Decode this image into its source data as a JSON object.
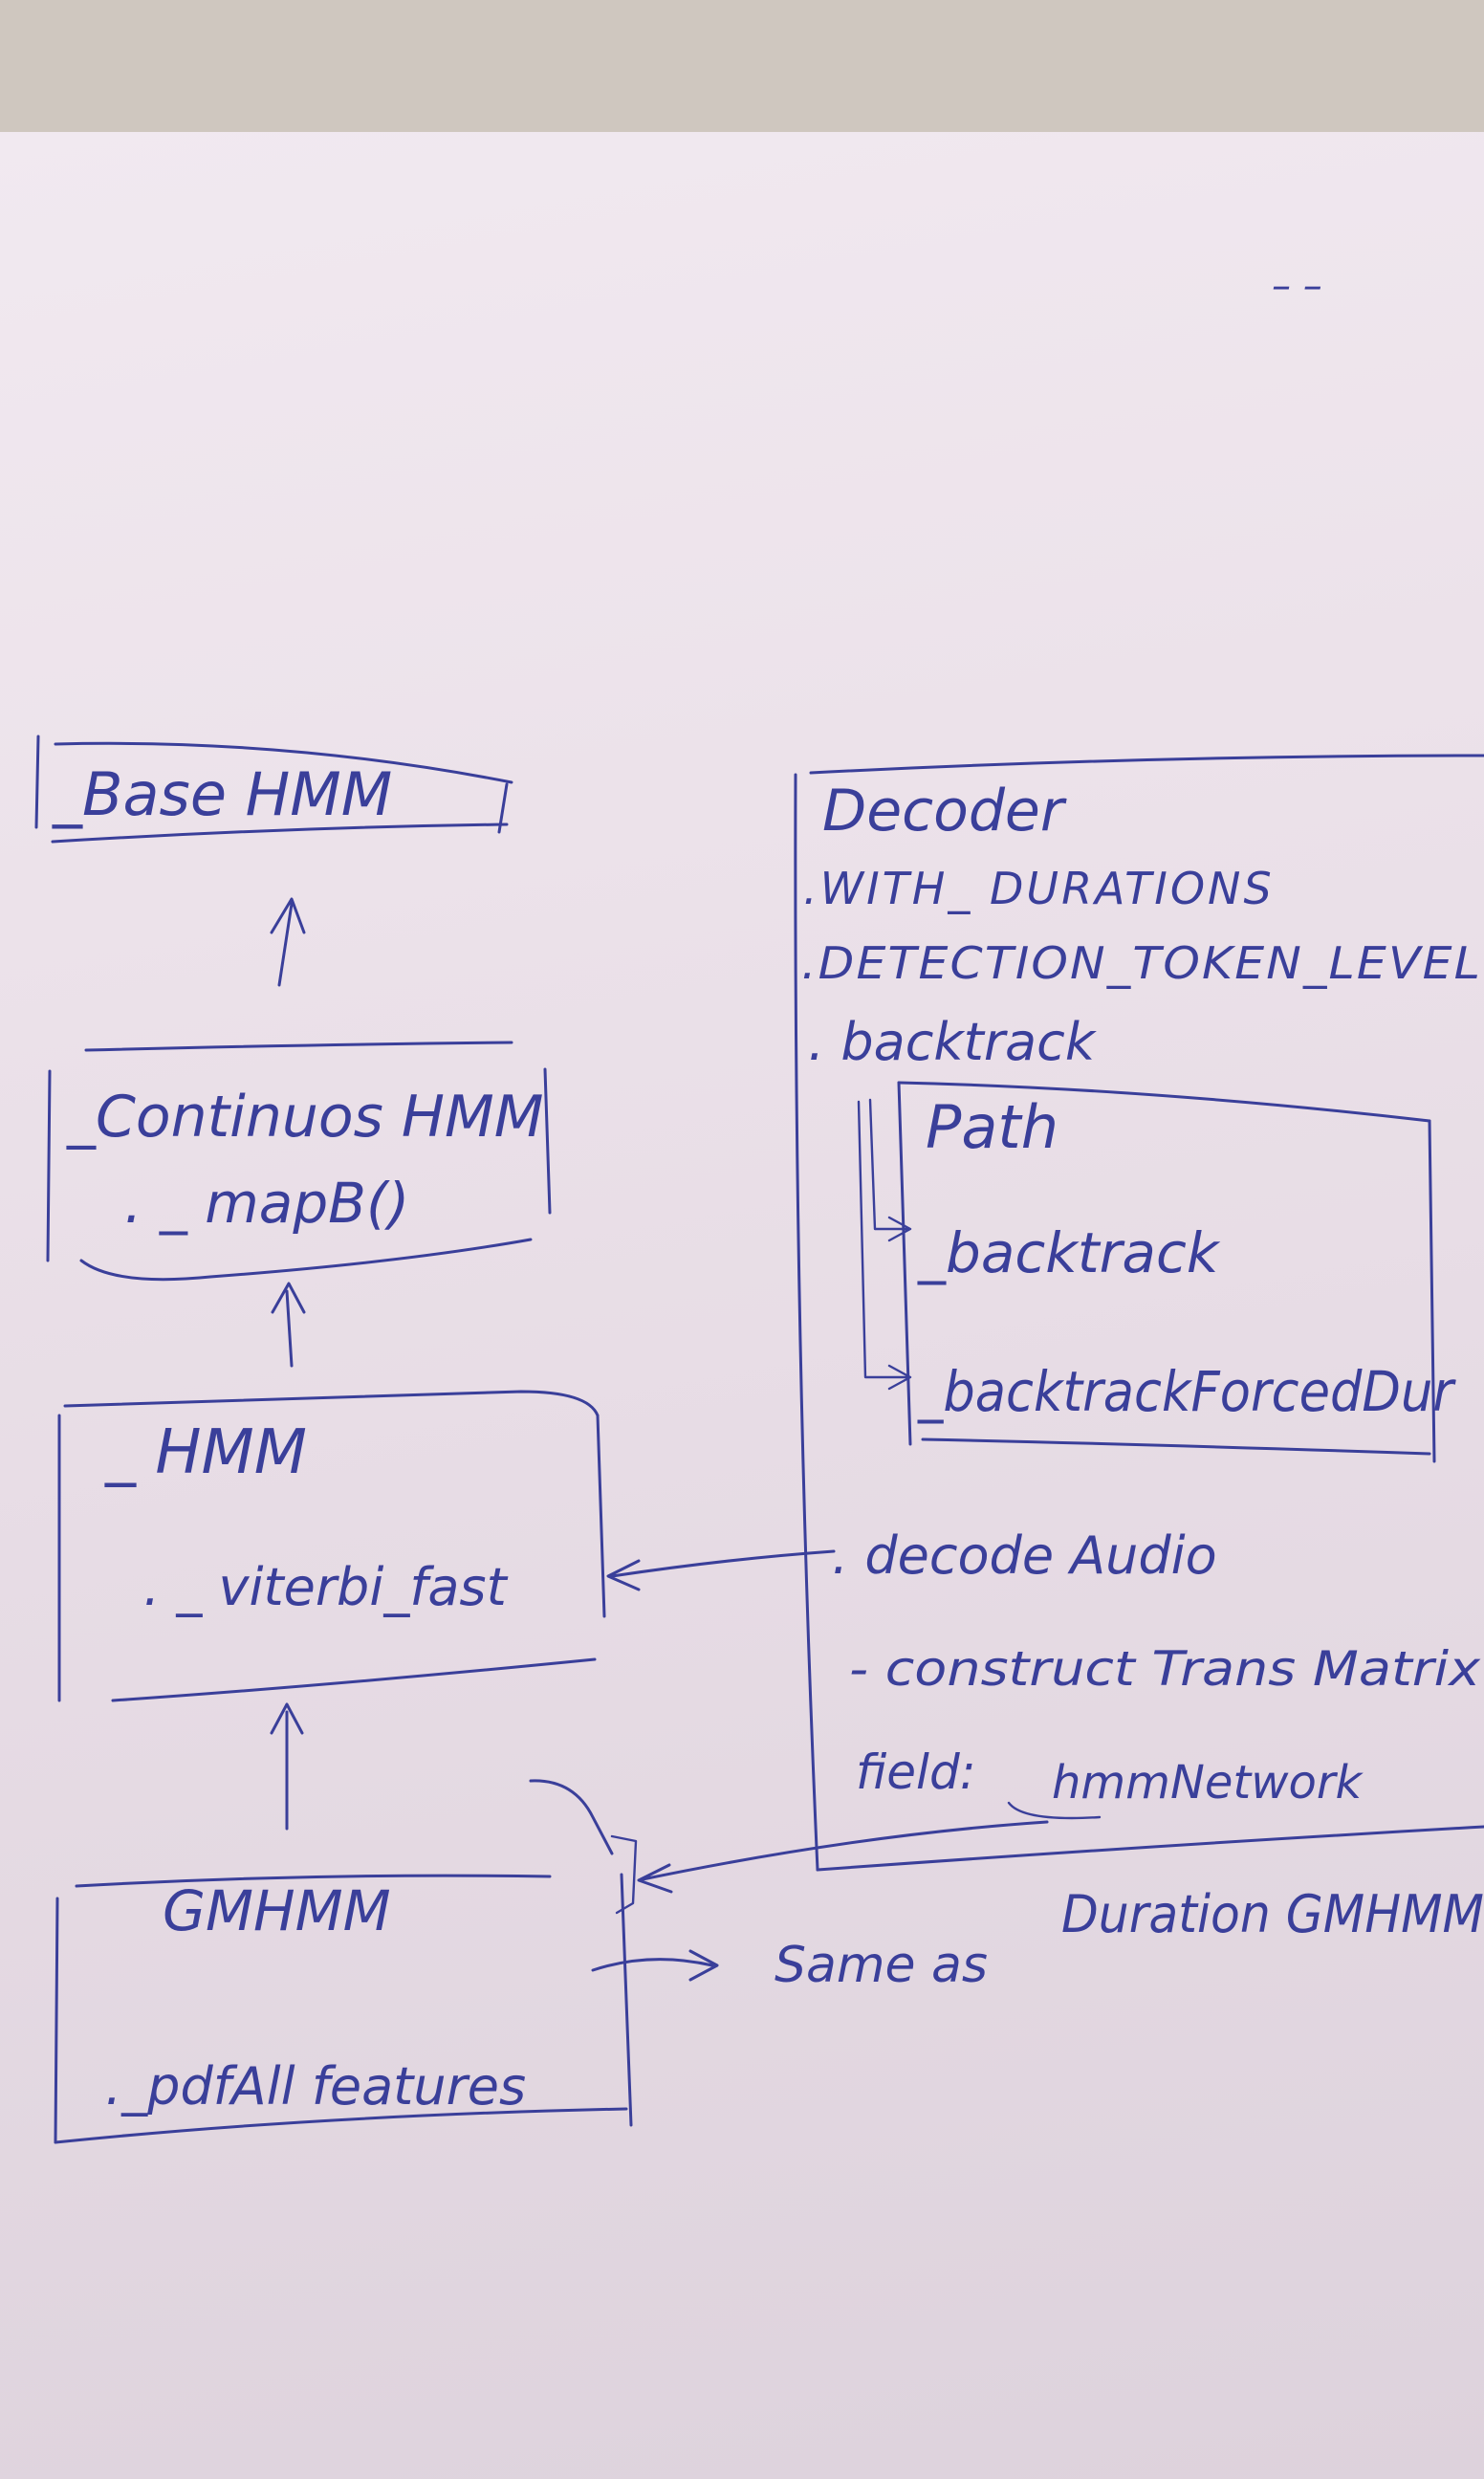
{
  "classes": {
    "base_hmm": {
      "title": "_Base HMM"
    },
    "continuous_hmm": {
      "title": "_Continuos HMM",
      "method": ". _ mapB()"
    },
    "hmm": {
      "title": "_ HMM",
      "method": ". _ viterbi_fast"
    },
    "gmhmm": {
      "title": "GMHMM",
      "method": "._pdfAll features"
    }
  },
  "decoder": {
    "title": "Decoder",
    "attributes": [
      ".WITH_ DURATIONS",
      ".DETECTION_TOKEN_LEVEL",
      ". backtrack"
    ],
    "path": {
      "title": "Path",
      "methods": [
        "_backtrack",
        "_backtrackForcedDur"
      ]
    },
    "methods": [
      ". decode Audio",
      "- construct Trans Matrix"
    ],
    "field_label": "field:",
    "field_value": "hmmNetwork"
  },
  "notes": {
    "same_as": "Same as",
    "duration_gmhmm": "Duration GMHMM"
  },
  "top_mark": "– –",
  "colors": {
    "ink": "#3a3f9a",
    "paper": "#ece2ea",
    "background": "#cfc7bf"
  }
}
